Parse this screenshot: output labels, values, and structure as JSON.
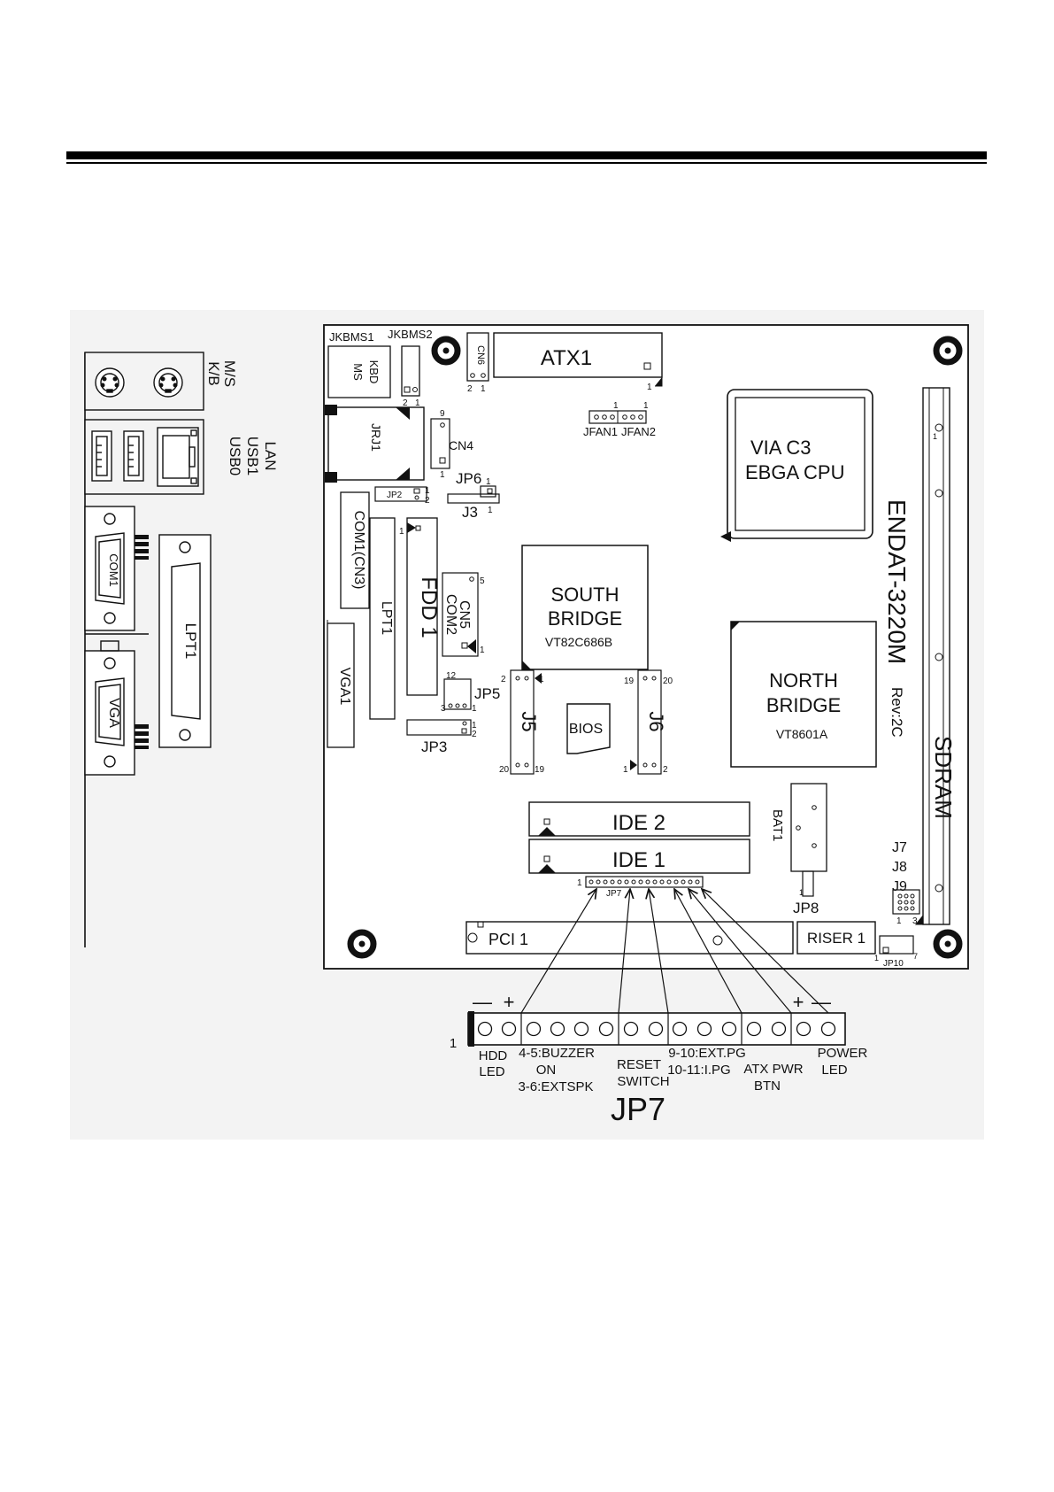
{
  "board": {
    "model": "ENDAT-3220M",
    "revision": "Rev:2C"
  },
  "rear_panel": {
    "ps2_labels": [
      "M/S",
      "K/B"
    ],
    "usb_lan_labels": [
      "LAN",
      "USB1",
      "USB0"
    ],
    "com1": "COM1",
    "vga": "VGA",
    "lpt1": "LPT1"
  },
  "headers": {
    "jkbms1": "JKBMS1",
    "jkbms2": "JKBMS2",
    "kbd": "KBD",
    "ms": "MS",
    "pin_2": "2",
    "pin_1": "1",
    "pin_9": "9",
    "pin_5": "5",
    "pin_12": "12",
    "pin_3": "3",
    "pin_19": "19",
    "pin_20": "20",
    "pin_7": "7",
    "cn6": "CN6",
    "atx1": "ATX1",
    "jfan1": "JFAN1",
    "jfan2": "JFAN2",
    "jrj1": "JRJ1",
    "cn4": "CN4",
    "jp2": "JP2",
    "jp6": "JP6",
    "j3": "J3",
    "com1_cn3": "COM1(CN3)",
    "lpt1": "LPT1",
    "fdd1": "FDD 1",
    "cn5": "CN5",
    "com2": "COM2",
    "vga1": "VGA1",
    "jp5": "JP5",
    "jp3": "JP3",
    "j5": "J5",
    "j6": "J6",
    "bios": "BIOS",
    "bat1": "BAT1",
    "jp8": "JP8",
    "j7": "J7",
    "j8": "J8",
    "j9": "J9",
    "ide2": "IDE 2",
    "ide1": "IDE 1",
    "jp7_small": "JP7",
    "pci1": "PCI 1",
    "riser1": "RISER 1",
    "jp10": "JP10",
    "sdram": "SDRAM"
  },
  "chips": {
    "cpu_line1": "VIA C3",
    "cpu_line2": "EBGA CPU",
    "south_line1": "SOUTH",
    "south_line2": "BRIDGE",
    "south_model": "VT82C686B",
    "north_line1": "NORTH",
    "north_line2": "BRIDGE",
    "north_model": "VT8601A"
  },
  "jp7_detail": {
    "title": "JP7",
    "pin1": "1",
    "minus": "—",
    "plus": "+",
    "hdd_led_1": "HDD",
    "hdd_led_2": "LED",
    "buzzer_1": "4-5:BUZZER",
    "buzzer_2": "ON",
    "buzzer_3": "3-6:EXTSPK",
    "reset_1": "RESET",
    "reset_2": "SWITCH",
    "pg_1": "9-10:EXT.PG",
    "pg_2": "10-11:I.PG",
    "atx_1": "ATX PWR",
    "atx_2": "BTN",
    "power_1": "POWER",
    "power_2": "LED"
  }
}
